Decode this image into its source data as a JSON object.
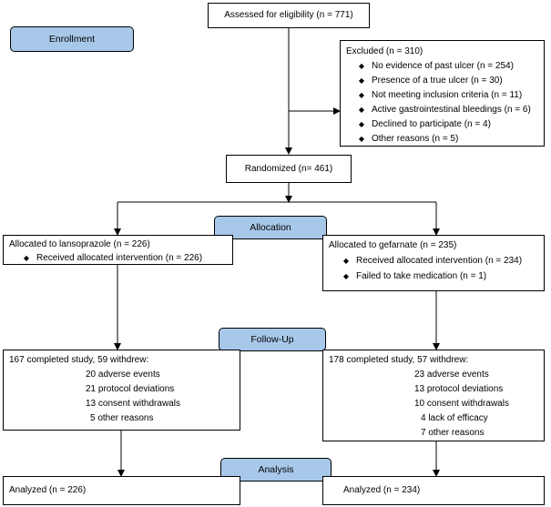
{
  "stages": {
    "enrollment": "Enrollment",
    "allocation": "Allocation",
    "followup": "Follow-Up",
    "analysis": "Analysis"
  },
  "assessed": "Assessed for eligibility (n = 771)",
  "excluded": {
    "title": "Excluded (n = 310)",
    "items": [
      "No evidence of past ulcer (n = 254)",
      "Presence of a true ulcer (n = 30)",
      "Not meeting inclusion criteria (n = 11)",
      "Active gastrointestinal bleedings (n = 6)",
      "Declined to participate (n = 4)",
      "Other reasons (n = 5)"
    ]
  },
  "randomized": "Randomized (n= 461)",
  "left_alloc": {
    "title": "Allocated to lansoprazole (n = 226)",
    "items": [
      "Received allocated intervention (n = 226)"
    ]
  },
  "right_alloc": {
    "title": "Allocated to gefarnate (n = 235)",
    "items": [
      "Received allocated intervention (n = 234)",
      "Failed to take medication (n = 1)"
    ]
  },
  "left_follow": {
    "title": "167 completed study, 59 withdrew:",
    "items": [
      "20 adverse events",
      "21 protocol deviations",
      "13 consent withdrawals",
      "5 other reasons"
    ]
  },
  "right_follow": {
    "title": "178 completed study, 57 withdrew:",
    "items": [
      "23 adverse events",
      "13 protocol deviations",
      "10 consent withdrawals",
      "4 lack of efficacy",
      "7 other reasons"
    ]
  },
  "left_analysis": "Analyzed (n = 226)",
  "right_analysis": "Analyzed (n = 234)"
}
